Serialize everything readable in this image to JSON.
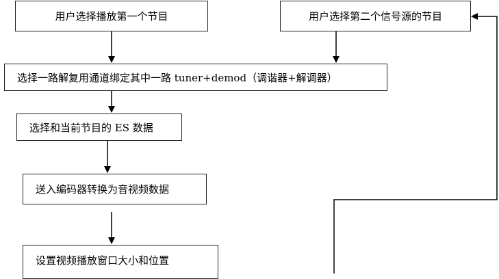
{
  "flowchart": {
    "steps": {
      "user_select_first": "用户选择播放第一个节目",
      "user_select_second": "用户选择第二个信号源的节目",
      "bind_tuner_demod": "选择一路解复用通道绑定其中一路 tuner+demod（调谐器+解调器）",
      "select_es": "选择和当前节目的 ES 数据",
      "send_decoder": "送入编码器转换为音视频数据",
      "set_window": "设置视频播放窗口大小和位置"
    }
  }
}
